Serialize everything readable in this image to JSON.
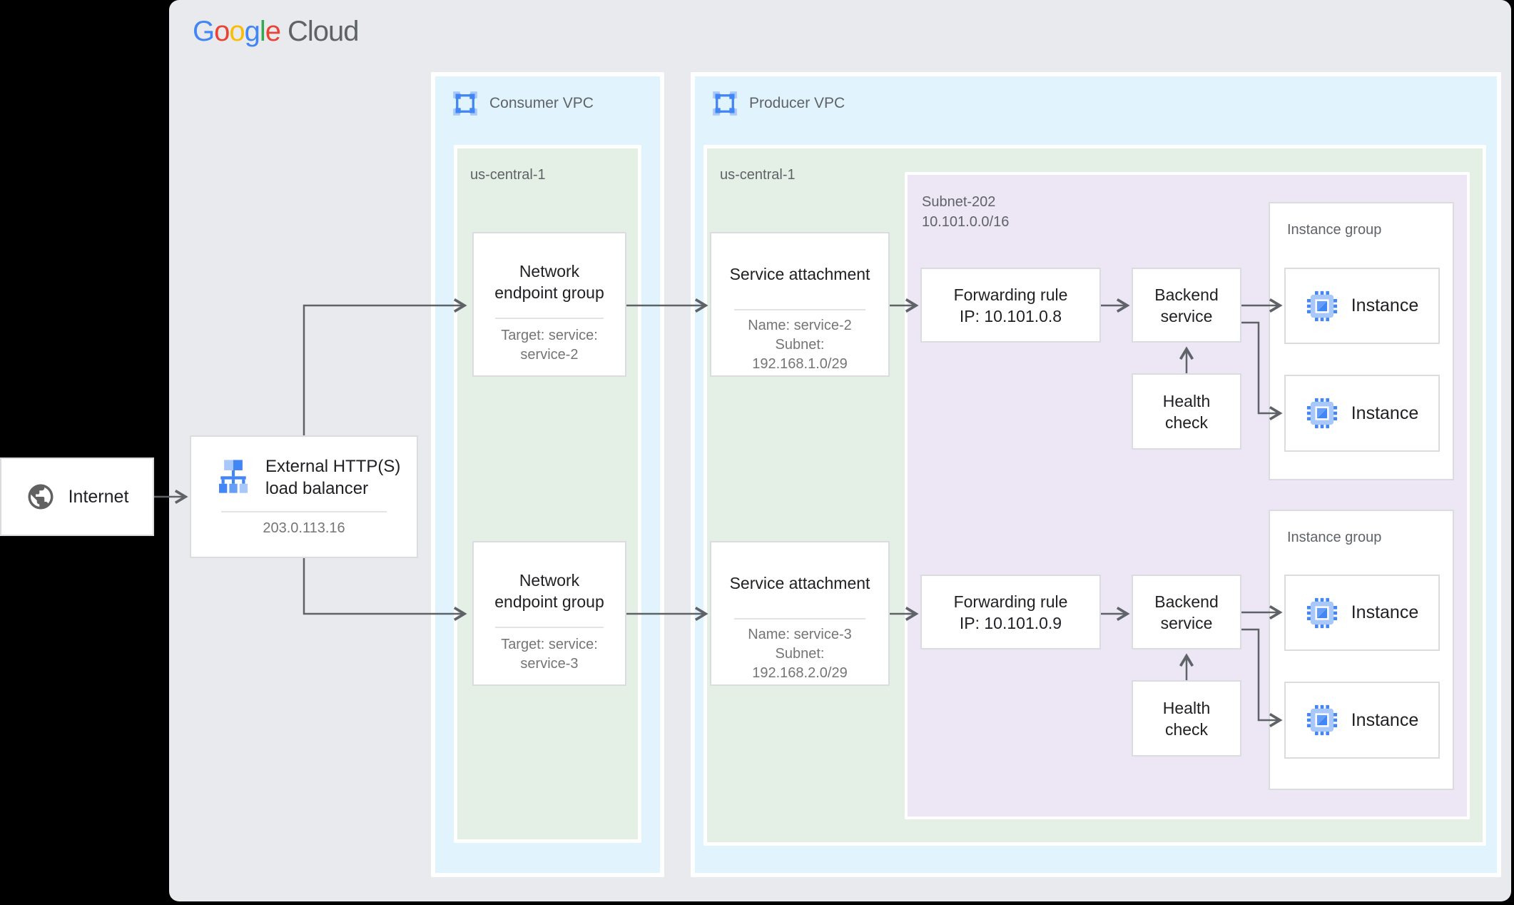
{
  "colors": {
    "brand_blue": "#4285F4",
    "brand_red": "#EA4335",
    "brand_yellow": "#FBBC04",
    "brand_green": "#34A853",
    "logo_cloud_gray": "#5F6368",
    "vpc_fill": "#E1F3FC",
    "region_fill": "#E4F0E6",
    "subnet_fill": "#ECE6F5",
    "node_border": "#DADCE0",
    "arrow_gray": "#5F6368",
    "title_text": "#202124",
    "muted_text": "#757575",
    "background_panel": "#E8EAED",
    "background_page": "#000000"
  },
  "logo": {
    "letters": [
      {
        "ch": "G",
        "color": "#4285F4"
      },
      {
        "ch": "o",
        "color": "#EA4335"
      },
      {
        "ch": "o",
        "color": "#FBBC04"
      },
      {
        "ch": "g",
        "color": "#4285F4"
      },
      {
        "ch": "l",
        "color": "#34A853"
      },
      {
        "ch": "e",
        "color": "#EA4335"
      }
    ],
    "cloud": "Cloud"
  },
  "internet": {
    "label": "Internet"
  },
  "load_balancer": {
    "title_lines": [
      "External HTTP(S)",
      "load balancer"
    ],
    "ip": "203.0.113.16"
  },
  "consumer_vpc": {
    "label": "Consumer VPC",
    "region": "us-central-1",
    "endpoint_groups": [
      {
        "title_lines": [
          "Network",
          "endpoint group"
        ],
        "detail_lines": [
          "Target: service:",
          "service-2"
        ]
      },
      {
        "title_lines": [
          "Network",
          "endpoint group"
        ],
        "detail_lines": [
          "Target: service:",
          "service-3"
        ]
      }
    ]
  },
  "producer_vpc": {
    "label": "Producer VPC",
    "region": "us-central-1",
    "service_attachments": [
      {
        "title": "Service attachment",
        "detail_lines": [
          "Name: service-2",
          "Subnet:",
          "192.168.1.0/29"
        ]
      },
      {
        "title": "Service attachment",
        "detail_lines": [
          "Name: service-3",
          "Subnet:",
          "192.168.2.0/29"
        ]
      }
    ],
    "subnet": {
      "label_lines": [
        "Subnet-202",
        "10.101.0.0/16"
      ],
      "rows": [
        {
          "forwarding_rule_lines": [
            "Forwarding rule",
            "IP: 10.101.0.8"
          ],
          "backend_service_lines": [
            "Backend",
            "service"
          ],
          "health_check_lines": [
            "Health",
            "check"
          ],
          "instance_group_label": "Instance group",
          "instances": [
            "Instance",
            "Instance"
          ]
        },
        {
          "forwarding_rule_lines": [
            "Forwarding rule",
            "IP: 10.101.0.9"
          ],
          "backend_service_lines": [
            "Backend",
            "service"
          ],
          "health_check_lines": [
            "Health",
            "check"
          ],
          "instance_group_label": "Instance group",
          "instances": [
            "Instance",
            "Instance"
          ]
        }
      ]
    }
  }
}
